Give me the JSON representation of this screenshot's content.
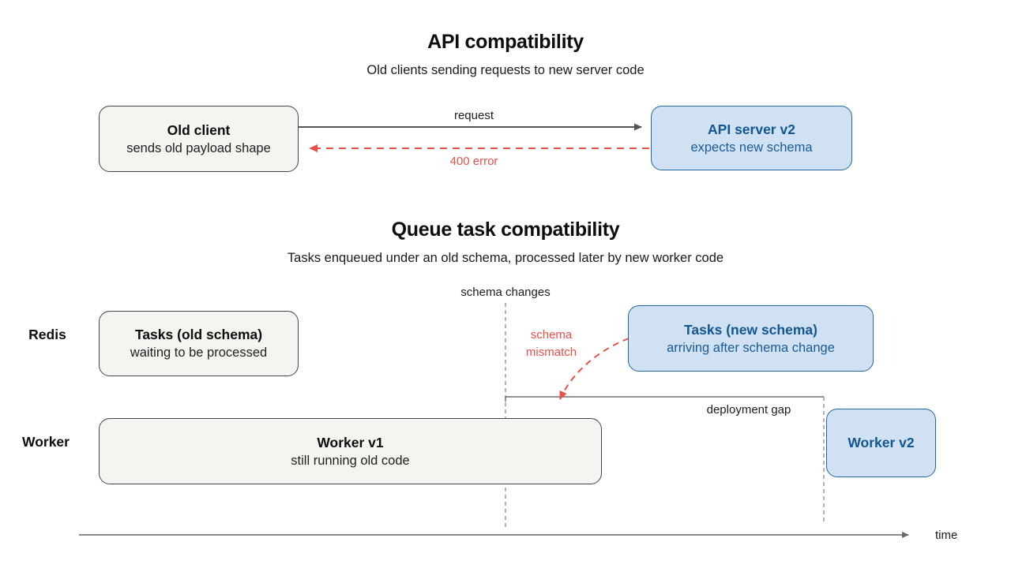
{
  "colors": {
    "gray_box_fill": "#f5f4f1",
    "gray_box_border": "#454545",
    "blue_box_fill": "#cfe1f2",
    "blue_box_border": "#2166a5",
    "blue_text": "#14568f",
    "error_red": "#e8514a",
    "arrow_gray": "#555555",
    "dashed_gray": "#808080"
  },
  "section_api": {
    "title": "API compatibility",
    "subtitle": "Old clients sending requests to new server code",
    "old_client": {
      "title": "Old client",
      "subtitle": "sends old payload shape"
    },
    "api_server": {
      "title": "API server v2",
      "subtitle": "expects new schema"
    },
    "request_label": "request",
    "error_label": "400 error"
  },
  "section_queue": {
    "title": "Queue task compatibility",
    "subtitle": "Tasks enqueued under an old schema, processed later by new worker code",
    "schema_changes_label": "schema changes",
    "schema_mismatch_label": "schema mismatch",
    "deployment_gap_label": "deployment gap",
    "redis_label": "Redis",
    "worker_label": "Worker",
    "tasks_old": {
      "title": "Tasks (old schema)",
      "subtitle": "waiting to be processed"
    },
    "tasks_new": {
      "title": "Tasks (new schema)",
      "subtitle": "arriving after schema change"
    },
    "worker_v1": {
      "title": "Worker v1",
      "subtitle": "still running old code"
    },
    "worker_v2": {
      "title": "Worker v2"
    },
    "time_label": "time"
  }
}
